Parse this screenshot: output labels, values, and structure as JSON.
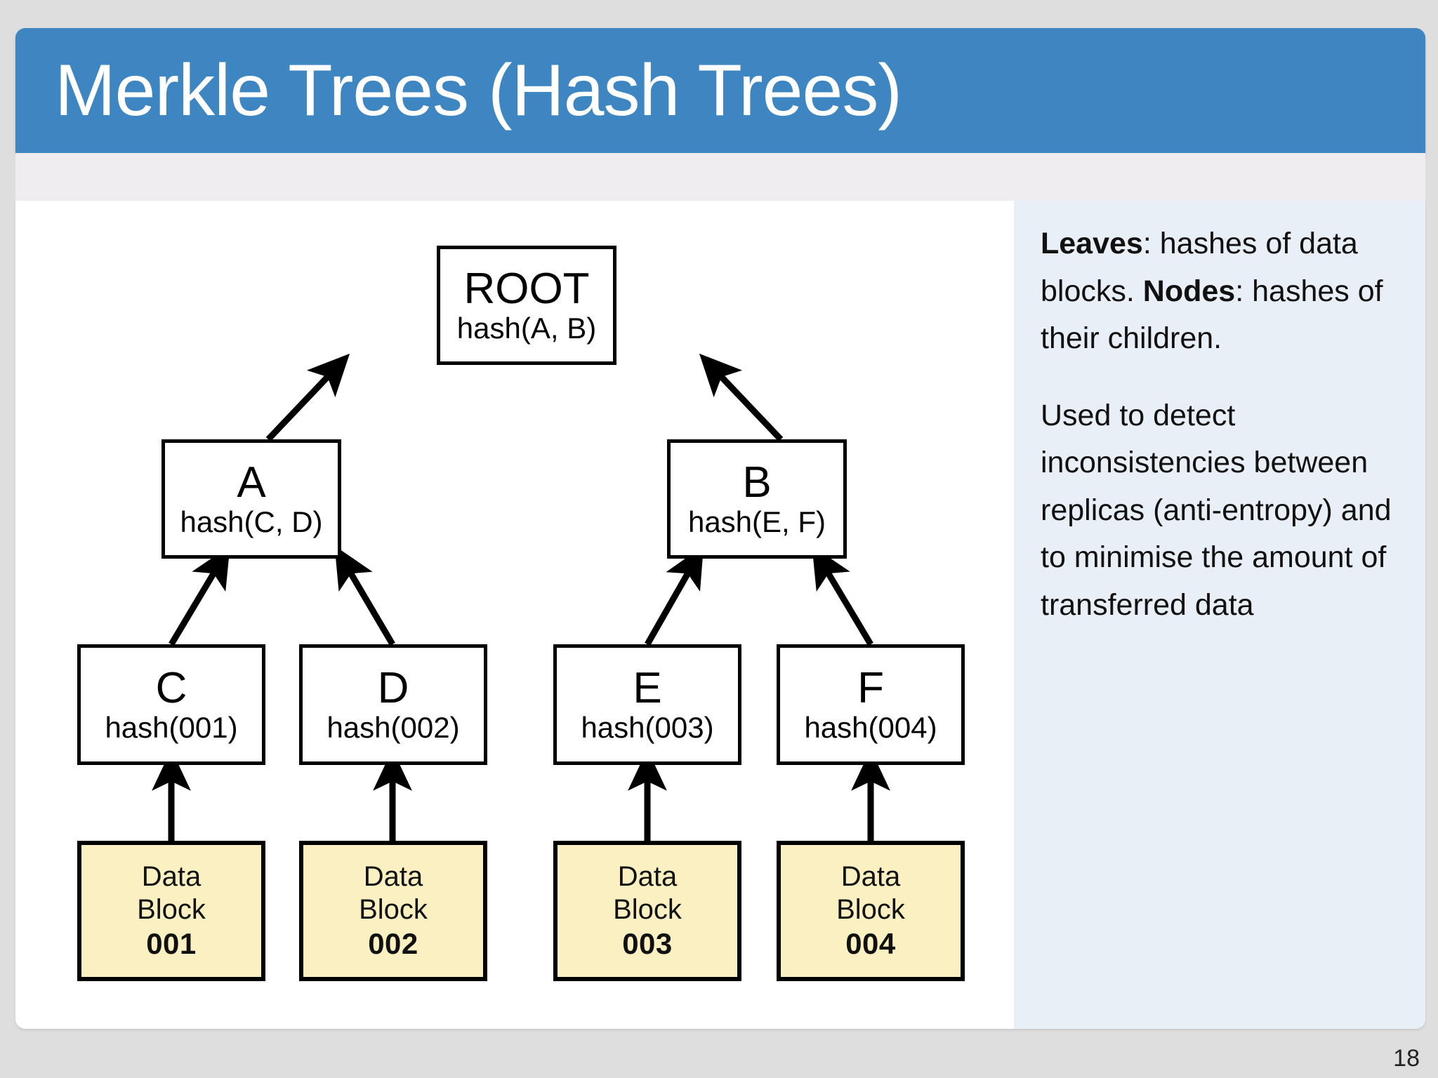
{
  "slide": {
    "title": "Merkle Trees (Hash Trees)",
    "page_number": "18",
    "colors": {
      "title_bar": "#3d86c1",
      "notes_panel": "#e8eff7",
      "data_block": "#faf0c1",
      "page_background": "#dedede"
    }
  },
  "diagram": {
    "type": "merkle-tree",
    "root": {
      "title": "ROOT",
      "sub": "hash(A, B)"
    },
    "internal_nodes": [
      {
        "title": "A",
        "sub": "hash(C, D)"
      },
      {
        "title": "B",
        "sub": "hash(E, F)"
      }
    ],
    "leaf_nodes": [
      {
        "title": "C",
        "sub": "hash(001)"
      },
      {
        "title": "D",
        "sub": "hash(002)"
      },
      {
        "title": "E",
        "sub": "hash(003)"
      },
      {
        "title": "F",
        "sub": "hash(004)"
      }
    ],
    "data_blocks": [
      {
        "line1": "Data",
        "line2": "Block",
        "id": "001"
      },
      {
        "line1": "Data",
        "line2": "Block",
        "id": "002"
      },
      {
        "line1": "Data",
        "line2": "Block",
        "id": "003"
      },
      {
        "line1": "Data",
        "line2": "Block",
        "id": "004"
      }
    ]
  },
  "notes": {
    "para1_bold1": "Leaves",
    "para1_rest1": ": hashes of data blocks.",
    "para1_bold2": "Nodes",
    "para1_rest2": ": hashes of their children.",
    "para2": "Used to detect inconsistencies between replicas (anti-entropy) and to minimise the amount of transferred data"
  }
}
